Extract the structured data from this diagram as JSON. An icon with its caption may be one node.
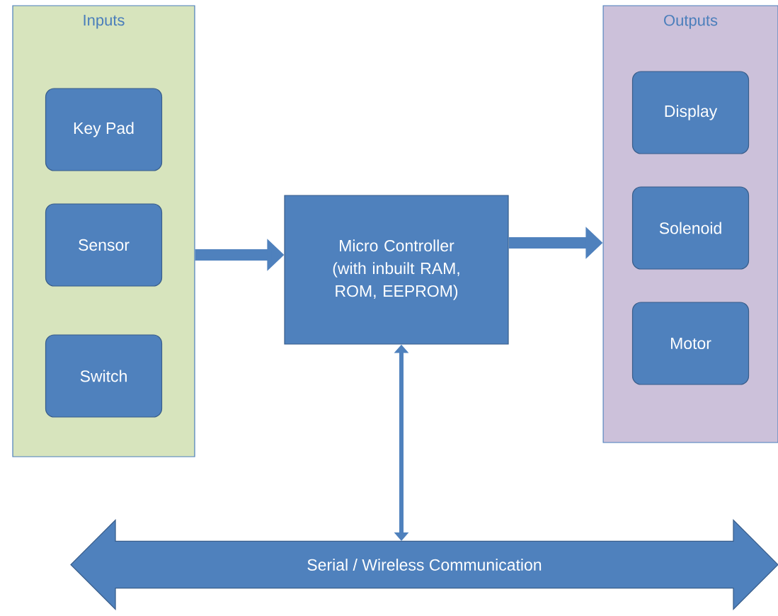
{
  "diagram": {
    "nodes": [
      {
        "text": [
          "Inputs"
        ]
      },
      {
        "text": [
          "Key Pad"
        ],
        "in": 0
      },
      {
        "text": [
          "Sensor"
        ],
        "in": 0
      },
      {
        "text": [
          "Switch"
        ],
        "in": 0
      },
      {
        "text": [
          "Micro Controller (with inbuilt RAM, ROM, EEPROM)"
        ]
      },
      {
        "text": [
          "Outputs"
        ]
      },
      {
        "text": [
          "Display"
        ],
        "in": 5
      },
      {
        "text": [
          "Solenoid"
        ],
        "in": 5
      },
      {
        "text": [
          "Motor"
        ],
        "in": 5
      },
      {
        "text": [
          "Serial / Wireless Communication"
        ]
      }
    ],
    "edges": [
      {
        "from": 0,
        "to": 4,
        "arrow": "to"
      },
      {
        "from": 4,
        "to": 5,
        "arrow": "to"
      },
      {
        "from": 4,
        "to": 9,
        "arrow": "both"
      }
    ]
  }
}
